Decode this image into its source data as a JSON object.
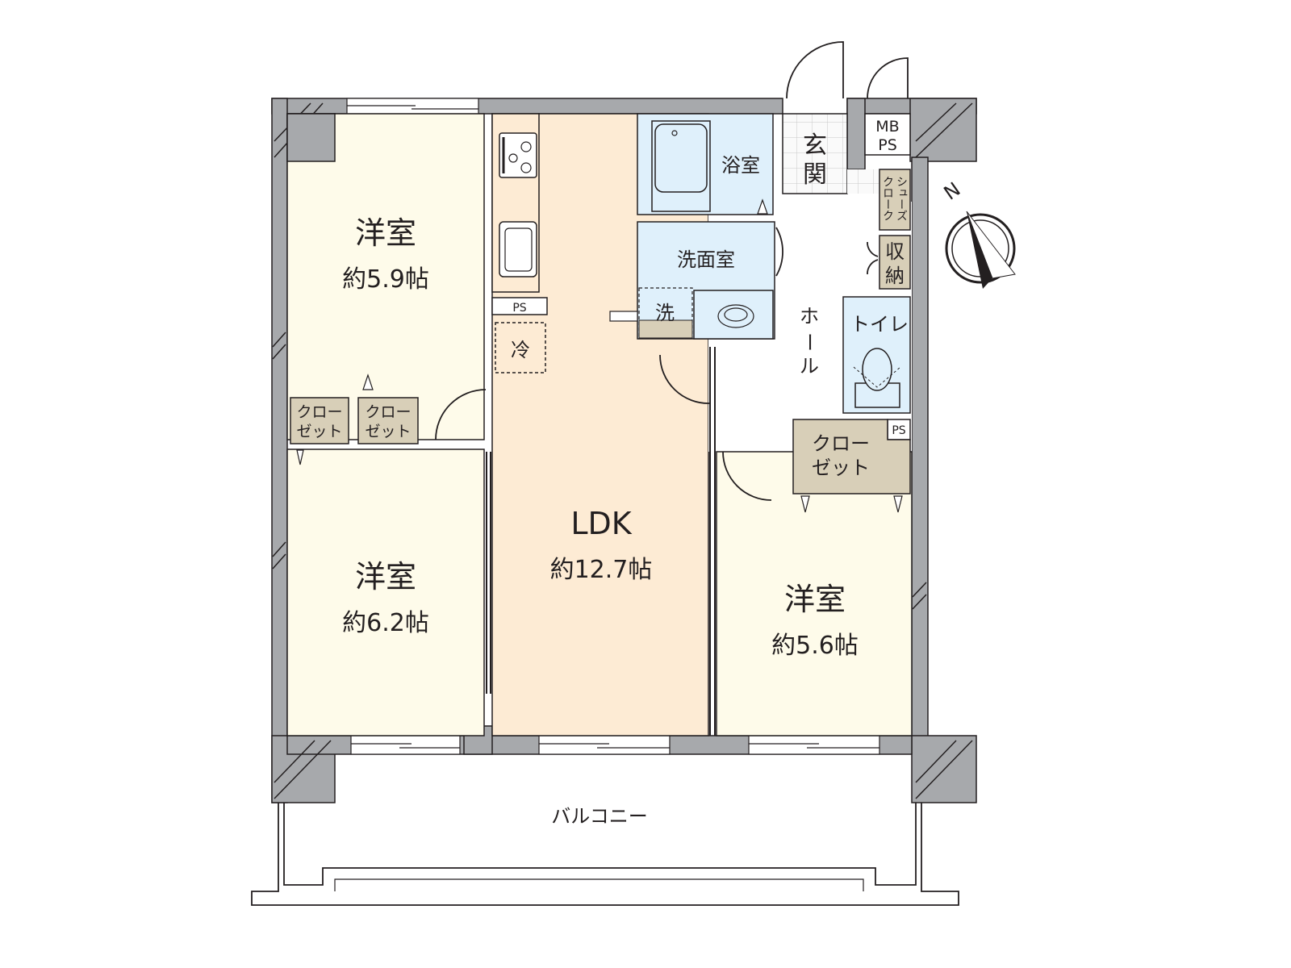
{
  "rooms": {
    "bedroom1": {
      "name": "洋室",
      "size": "約5.9帖"
    },
    "bedroom2": {
      "name": "洋室",
      "size": "約6.2帖"
    },
    "bedroom3": {
      "name": "洋室",
      "size": "約5.6帖"
    },
    "ldk": {
      "name": "LDK",
      "size": "約12.7帖"
    },
    "bath": {
      "name": "浴室"
    },
    "washroom": {
      "name": "洗面室"
    },
    "entrance": {
      "name_top": "玄",
      "name_bottom": "関"
    },
    "hall": {
      "chars": [
        "ホ",
        "ー",
        "ル"
      ]
    },
    "toilet": {
      "name": "トイレ"
    },
    "balcony": {
      "name": "バルコニー"
    },
    "closet_left": {
      "line1": "クロー",
      "line2": "ゼット"
    },
    "closet_mid": {
      "line1": "クロー",
      "line2": "ゼット"
    },
    "closet_right": {
      "line1": "クロー",
      "line2": "ゼット"
    },
    "shoes_closet": {
      "col1": "シューズ",
      "col2": "クローク"
    },
    "storage": {
      "top": "収",
      "bottom": "納"
    },
    "mbps": {
      "line1": "MB",
      "line2": "PS"
    },
    "ps_kitchen": "PS",
    "ps_toilet": "PS",
    "fridge": "冷",
    "washer": "洗"
  },
  "compass": {
    "label": "N"
  },
  "colors": {
    "wall": "#a7a9ac",
    "bedroom": "#fefbea",
    "ldk": "#fdebd4",
    "wet": "#dff0fb",
    "closet": "#d8cfb8",
    "entrance": "#f2f2f2"
  }
}
